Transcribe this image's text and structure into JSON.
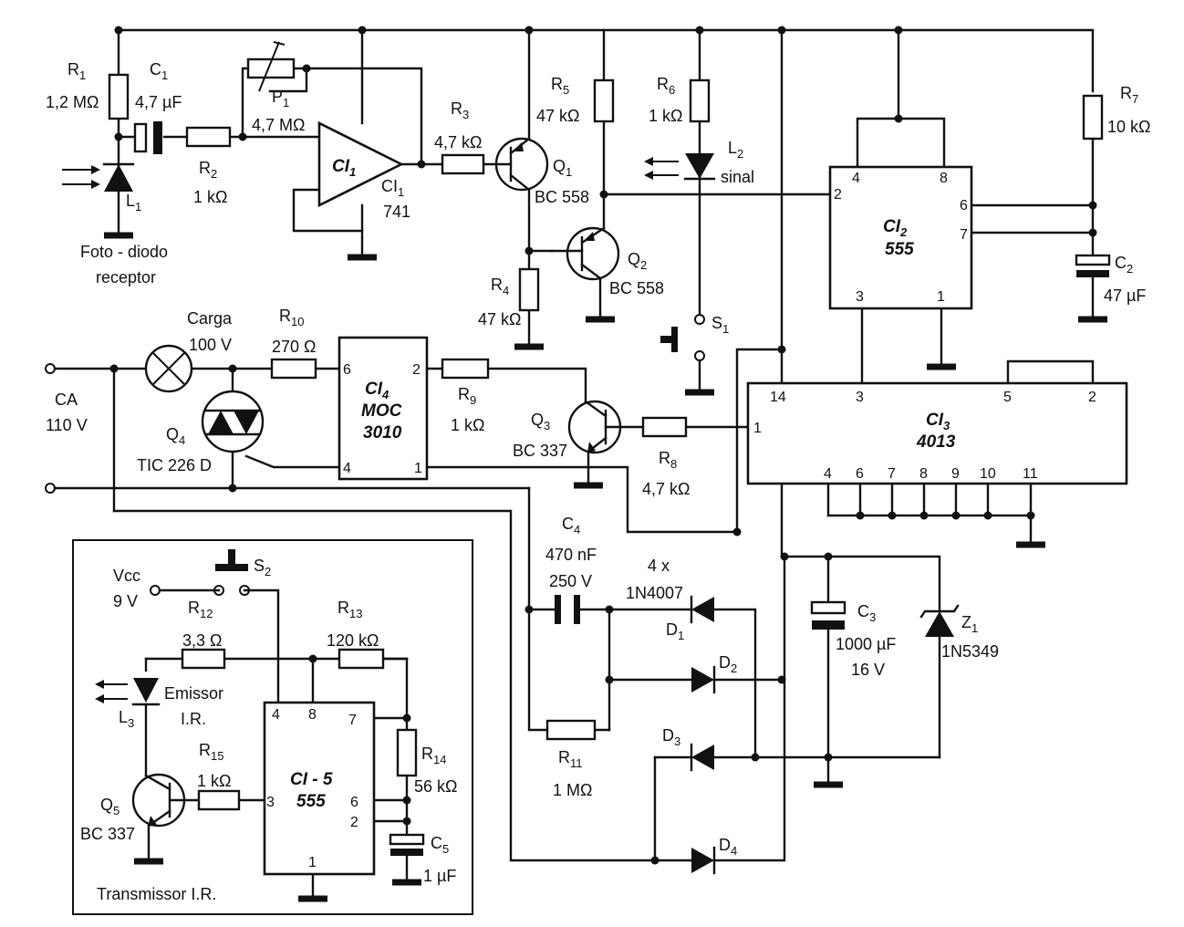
{
  "labels": {
    "R1": {
      "ref": "R",
      "sub": "1",
      "val": "1,2 MΩ"
    },
    "C1": {
      "ref": "C",
      "sub": "1",
      "val": "4,7 µF"
    },
    "L1": {
      "ref": "L",
      "sub": "1",
      "desc1": "Foto - diodo",
      "desc2": "receptor"
    },
    "R2": {
      "ref": "R",
      "sub": "2",
      "val": "1 kΩ"
    },
    "P1": {
      "ref": "P",
      "sub": "1",
      "val": "4,7 MΩ"
    },
    "CI1": {
      "name": "CI",
      "name_sub": "1",
      "ref": "CI",
      "sub": "1",
      "val": "741"
    },
    "R3": {
      "ref": "R",
      "sub": "3",
      "val": "4,7 kΩ"
    },
    "R5": {
      "ref": "R",
      "sub": "5",
      "val": "47 kΩ"
    },
    "Q1": {
      "ref": "Q",
      "sub": "1",
      "val": "BC 558"
    },
    "R6": {
      "ref": "R",
      "sub": "6",
      "val": "1 kΩ"
    },
    "L2": {
      "ref": "L",
      "sub": "2",
      "val": "sinal"
    },
    "Q2": {
      "ref": "Q",
      "sub": "2",
      "val": "BC 558"
    },
    "R4": {
      "ref": "R",
      "sub": "4",
      "val": "47 kΩ"
    },
    "S1": {
      "ref": "S",
      "sub": "1"
    },
    "CI2": {
      "name": "CI",
      "name_sub": "2",
      "val": "555",
      "pins": [
        "4",
        "8",
        "2",
        "6",
        "7",
        "3",
        "1"
      ]
    },
    "R7": {
      "ref": "R",
      "sub": "7",
      "val": "10 kΩ"
    },
    "C2": {
      "ref": "C",
      "sub": "2",
      "val": "47 µF"
    },
    "load": {
      "label": "Carga",
      "val": "100 V"
    },
    "R10": {
      "ref": "R",
      "sub": "10",
      "val": "270 Ω"
    },
    "CI4": {
      "name": "CI",
      "name_sub": "4",
      "line2": "MOC",
      "line3": "3010",
      "pins": [
        "6",
        "2",
        "4",
        "1"
      ]
    },
    "R9": {
      "ref": "R",
      "sub": "9",
      "val": "1 kΩ"
    },
    "Q3": {
      "ref": "Q",
      "sub": "3",
      "val": "BC 337"
    },
    "R8": {
      "ref": "R",
      "sub": "8",
      "val": "4,7 kΩ"
    },
    "CI3": {
      "name": "CI",
      "name_sub": "3",
      "val": "4013",
      "pins": [
        "14",
        "3",
        "5",
        "2",
        "1",
        "4",
        "6",
        "7",
        "8",
        "9",
        "10",
        "11"
      ]
    },
    "CA": {
      "label": "CA",
      "val": "110 V"
    },
    "Q4": {
      "ref": "Q",
      "sub": "4",
      "val": "TIC 226 D"
    },
    "C4": {
      "ref": "C",
      "sub": "4",
      "val": "470 nF",
      "val2": "250 V"
    },
    "diodes": {
      "count": "4 x",
      "part": "1N4007"
    },
    "D1": {
      "ref": "D",
      "sub": "1"
    },
    "D2": {
      "ref": "D",
      "sub": "2"
    },
    "D3": {
      "ref": "D",
      "sub": "3"
    },
    "D4": {
      "ref": "D",
      "sub": "4"
    },
    "C3": {
      "ref": "C",
      "sub": "3",
      "val": "1000 µF",
      "val2": "16 V"
    },
    "Z1": {
      "ref": "Z",
      "sub": "1",
      "val": "1N5349"
    },
    "R11": {
      "ref": "R",
      "sub": "11",
      "val": "1 MΩ"
    },
    "Vcc": {
      "label": "Vcc",
      "val": "9 V"
    },
    "S2": {
      "ref": "S",
      "sub": "2"
    },
    "R12": {
      "ref": "R",
      "sub": "12",
      "val": "3,3 Ω"
    },
    "R13": {
      "ref": "R",
      "sub": "13",
      "val": "120 kΩ"
    },
    "L3": {
      "ref": "L",
      "sub": "3",
      "desc1": "Emissor",
      "desc2": "I.R."
    },
    "R15": {
      "ref": "R",
      "sub": "15",
      "val": "1 kΩ"
    },
    "CI5": {
      "name": "CI - 5",
      "val": "555",
      "pins": [
        "4",
        "8",
        "7",
        "3",
        "6",
        "2",
        "1"
      ]
    },
    "R14": {
      "ref": "R",
      "sub": "14",
      "val": "56 kΩ"
    },
    "C5": {
      "ref": "C",
      "sub": "5",
      "val": "1 µF"
    },
    "Q5": {
      "ref": "Q",
      "sub": "5",
      "val": "BC 337"
    },
    "transmitter": {
      "label": "Transmissor I.R."
    }
  }
}
